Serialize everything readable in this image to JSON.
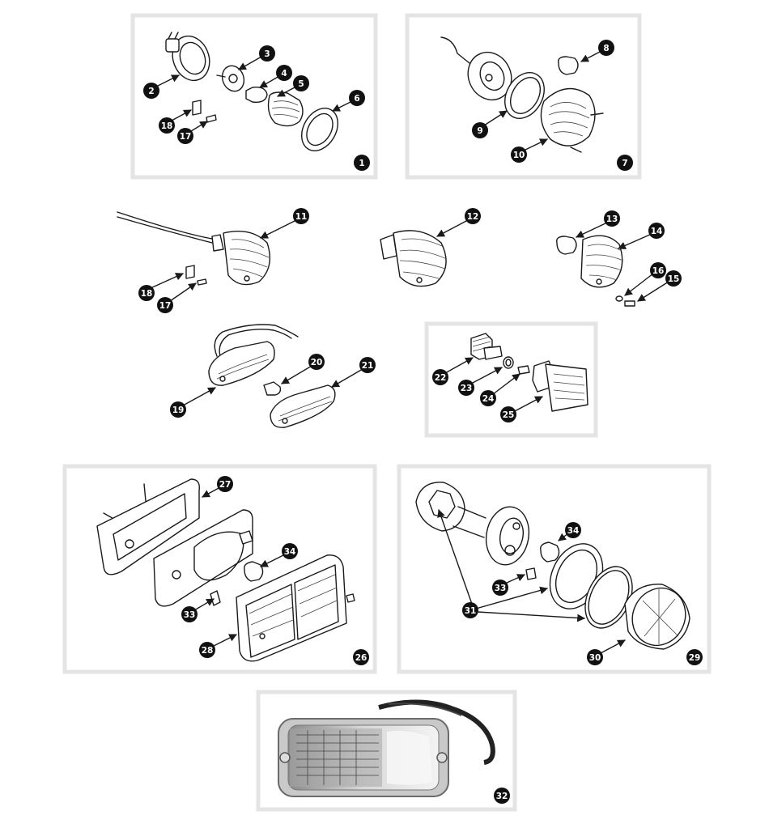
{
  "colors": {
    "frame": "#e4e4e4",
    "badge": "#111111",
    "badge_text": "#ffffff",
    "line": "#1a1a1a"
  },
  "labels": {
    "l1": "1",
    "l2": "2",
    "l3": "3",
    "l4": "4",
    "l5": "5",
    "l6": "6",
    "l7": "7",
    "l8": "8",
    "l9": "9",
    "l10": "10",
    "l11": "11",
    "l12": "12",
    "l13": "13",
    "l14": "14",
    "l15": "15",
    "l16": "16",
    "l17a": "17",
    "l18a": "18",
    "l17b": "17",
    "l18b": "18",
    "l19": "19",
    "l20": "20",
    "l21": "21",
    "l22": "22",
    "l23": "23",
    "l24": "24",
    "l25": "25",
    "l26": "26",
    "l27": "27",
    "l28": "28",
    "l29": "29",
    "l30": "30",
    "l31": "31",
    "l32": "32",
    "l33a": "33",
    "l34a": "34",
    "l33b": "33",
    "l34b": "34"
  }
}
